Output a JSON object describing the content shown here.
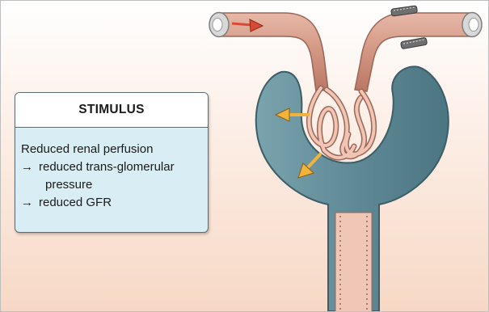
{
  "stimulus": {
    "title": "STIMULUS",
    "lines": [
      {
        "prefix": "",
        "text": "Reduced renal perfusion"
      },
      {
        "prefix": "→",
        "text": "reduced trans-glomerular"
      },
      {
        "prefix": "",
        "text": "pressure"
      },
      {
        "prefix": "→",
        "text": "reduced GFR"
      }
    ]
  },
  "colors": {
    "vessel": "#d9a594",
    "vessel_outline": "#9b6658",
    "capsule": "#5f8a96",
    "capsule_outline": "#3c5e68",
    "inflow_arrow": "#d94a35",
    "filtration_arrow": "#f2b33a"
  },
  "icons": [
    "afferent-flow-arrow-icon",
    "nerve-fiber-icon",
    "filtration-arrow-icon"
  ]
}
